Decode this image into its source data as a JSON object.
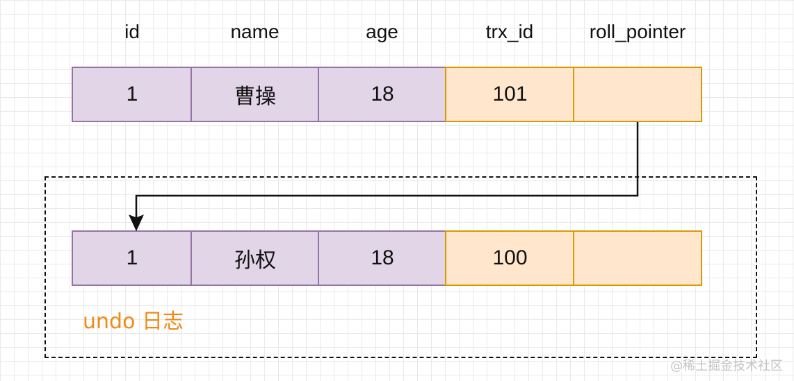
{
  "headers": [
    "id",
    "name",
    "age",
    "trx_id",
    "roll_pointer"
  ],
  "current_row": [
    "1",
    "曹操",
    "18",
    "101",
    ""
  ],
  "undo_row": [
    "1",
    "孙权",
    "18",
    "100",
    ""
  ],
  "undo_label": "undo 日志",
  "watermark": "@稀土掘金技术社区",
  "colors": {
    "purple_fill": "#e1d5e7",
    "purple_stroke": "#9673a6",
    "orange_fill": "#ffe6cc",
    "orange_stroke": "#d79b00",
    "undo_label": "#ef8a16"
  }
}
